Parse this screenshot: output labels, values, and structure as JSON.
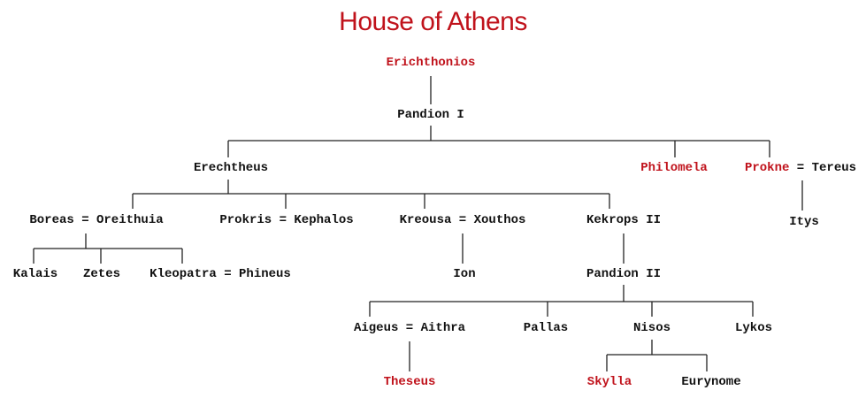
{
  "title": "House of Athens",
  "people": {
    "erichthonios": "Erichthonios",
    "pandion_i": "Pandion I",
    "erechtheus": "Erechtheus",
    "philomela": "Philomela",
    "prokne": "Prokne",
    "tereus": "Tereus",
    "itys": "Itys",
    "boreas": "Boreas",
    "oreithuia": "Oreithuia",
    "prokris": "Prokris",
    "kephalos": "Kephalos",
    "kreousa": "Kreousa",
    "xouthos": "Xouthos",
    "kekrops_ii": "Kekrops II",
    "kalais": "Kalais",
    "zetes": "Zetes",
    "kleopatra": "Kleopatra",
    "phineus": "Phineus",
    "ion": "Ion",
    "pandion_ii": "Pandion II",
    "aigeus": "Aigeus",
    "aithra": "Aithra",
    "pallas": "Pallas",
    "nisos": "Nisos",
    "lykos": "Lykos",
    "theseus": "Theseus",
    "skylla": "Skylla",
    "eurynome": "Eurynome"
  },
  "marriage_symbol": "=",
  "colors": {
    "highlight": "#c0121b",
    "text": "#111111",
    "line": "#222222"
  }
}
